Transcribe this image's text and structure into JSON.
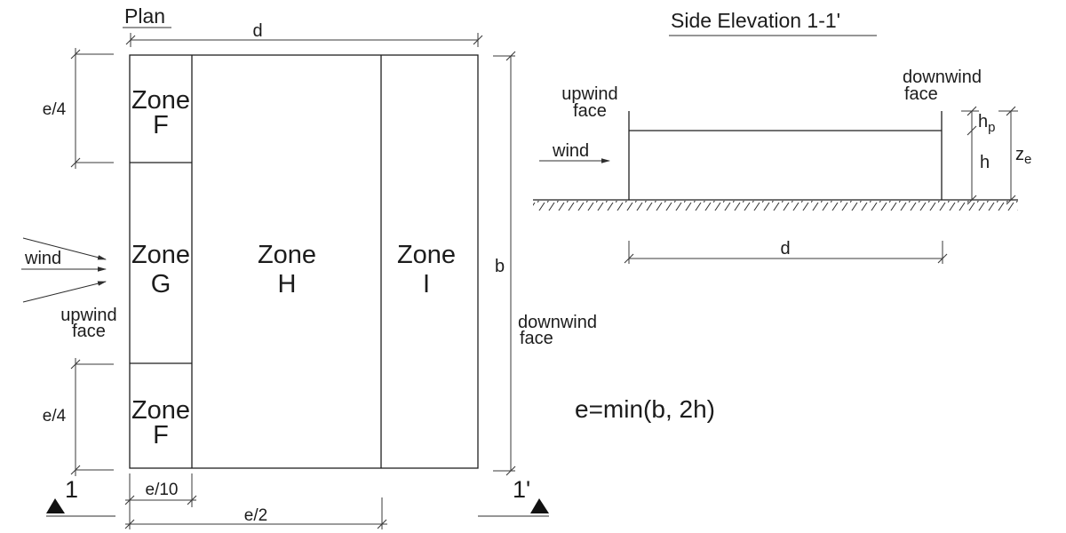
{
  "plan": {
    "title": "Plan",
    "zones": [
      {
        "id": "zone-f-top",
        "line1": "Zone",
        "line2": "F"
      },
      {
        "id": "zone-g",
        "line1": "Zone",
        "line2": "G"
      },
      {
        "id": "zone-h",
        "line1": "Zone",
        "line2": "H"
      },
      {
        "id": "zone-i",
        "line1": "Zone",
        "line2": "I"
      },
      {
        "id": "zone-f-bottom",
        "line1": "Zone",
        "line2": "F"
      }
    ],
    "dimensions": {
      "top_width": "d",
      "side_height": "b",
      "edge_top": "e/4",
      "edge_bottom": "e/4",
      "strip_width": "e/10",
      "zone_depth": "e/2"
    },
    "labels": {
      "wind": "wind",
      "upwind_face_line1": "upwind",
      "upwind_face_line2": "face",
      "downwind_face_line1": "downwind",
      "downwind_face_line2": "face"
    },
    "section": {
      "start": "1",
      "end": "1'"
    }
  },
  "elevation": {
    "title": "Side Elevation 1-1'",
    "labels": {
      "wind": "wind",
      "upwind_face_line1": "upwind",
      "upwind_face_line2": "face",
      "downwind_face_line1": "downwind",
      "downwind_face_line2": "face"
    },
    "dimensions": {
      "width": "d",
      "height": "h",
      "parapet_base": "h",
      "parapet_sub": "p",
      "ref_height_base": "z",
      "ref_height_sub": "e"
    }
  },
  "formula": "e=min(b, 2h)",
  "colors": {
    "line": "#1f1f1f",
    "background": "#ffffff"
  }
}
